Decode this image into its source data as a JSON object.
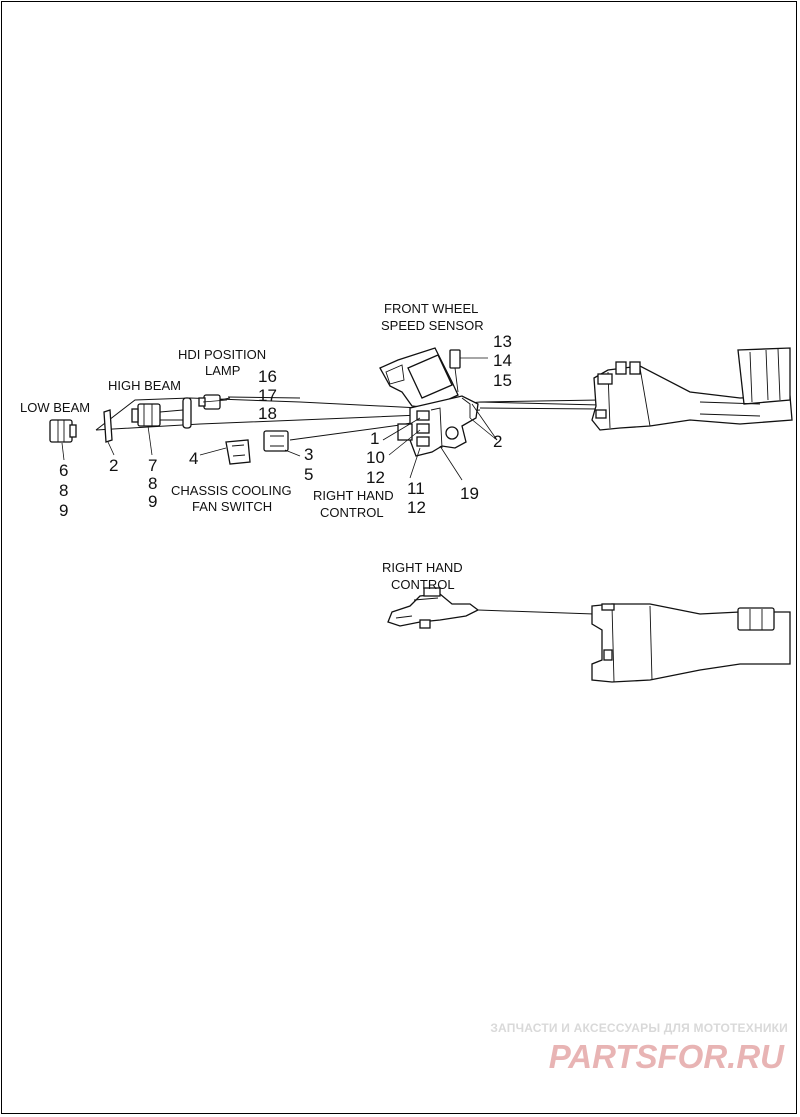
{
  "labels": {
    "low_beam": "LOW BEAM",
    "high_beam": "HIGH BEAM",
    "hdi_position_lamp_1": "HDI POSITION",
    "hdi_position_lamp_2": "LAMP",
    "chassis_cooling_1": "CHASSIS COOLING",
    "chassis_cooling_2": "FAN SWITCH",
    "front_wheel_1": "FRONT WHEEL",
    "front_wheel_2": "SPEED SENSOR",
    "right_hand_control_1": "RIGHT HAND",
    "right_hand_control_2": "CONTROL",
    "right_hand_control_b1": "RIGHT HAND",
    "right_hand_control_b2": "CONTROL"
  },
  "callouts": {
    "low_beam_6": "6",
    "low_beam_8": "8",
    "low_beam_9": "9",
    "high_beam_2": "2",
    "high_beam_7": "7",
    "high_beam_8": "8",
    "high_beam_9": "9",
    "hdi_16": "16",
    "hdi_17": "17",
    "hdi_18": "18",
    "fan_4": "4",
    "fan_3": "3",
    "fan_5": "5",
    "rhc_1": "1",
    "rhc_10": "10",
    "rhc_12": "12",
    "rhc_11": "11",
    "rhc_12b": "12",
    "rhc_19": "19",
    "rhc_2": "2",
    "fws_13": "13",
    "fws_14": "14",
    "fws_15": "15"
  },
  "watermark": {
    "caption": "ЗАПЧАСТИ И АКСЕССУАРЫ ДЛЯ МОТОТЕХНИКИ",
    "logo_text": "PARTSFOR.RU",
    "logo_color": "#e8b4b4",
    "caption_color": "#d9d9d9"
  }
}
